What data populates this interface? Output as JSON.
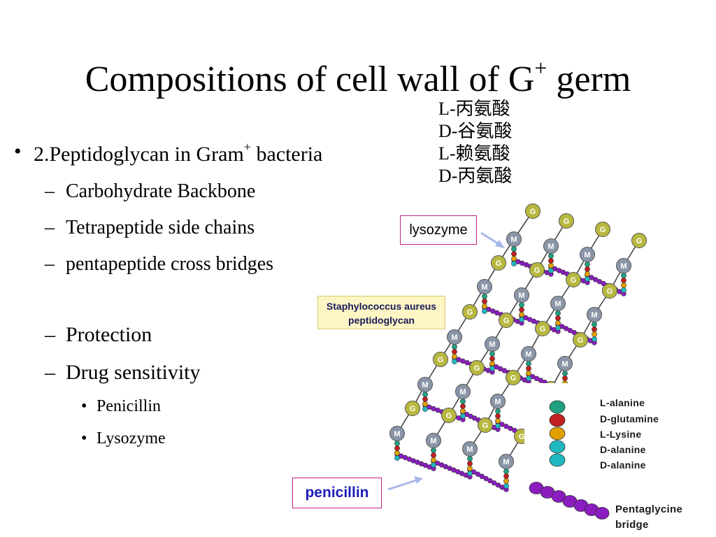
{
  "title": {
    "main": "Compositions of cell wall of G",
    "sup": "+",
    "end": " germ"
  },
  "amino_acids": [
    "L-丙氨酸",
    "D-谷氨酸",
    "L-赖氨酸",
    "D-丙氨酸"
  ],
  "bullets": {
    "main_pre": "2.Peptidoglycan in Gram",
    "main_sup": "+",
    "main_post": " bacteria",
    "sub1": [
      "Carbohydrate Backbone",
      "Tetrapeptide side chains",
      "pentapeptide cross bridges"
    ],
    "sub2": [
      "Protection",
      "Drug sensitivity"
    ],
    "sub3": [
      "Penicillin",
      "Lysozyme"
    ]
  },
  "diagram": {
    "lysozyme_label": "lysozyme",
    "penicillin_label": "penicillin",
    "staph_line1": "Staphylococcus aureus",
    "staph_line2": "peptidoglycan",
    "legend": [
      "L-alanine",
      "D-glutamine",
      "L-Lysine",
      "D-alanine",
      "D-alanine"
    ],
    "bridge_line1": "Pentaglycine",
    "bridge_line2": "bridge",
    "g_label": "G",
    "m_label": "M",
    "colors": {
      "g_sugar": "#b8b840",
      "m_sugar": "#8a96a8",
      "l_alanine": "#20a080",
      "d_glutamine": "#c02020",
      "l_lysine": "#e0a000",
      "d_alanine": "#20b8c0",
      "glycine": "#8a1cc0",
      "arrow": "#a8b8e8"
    }
  }
}
